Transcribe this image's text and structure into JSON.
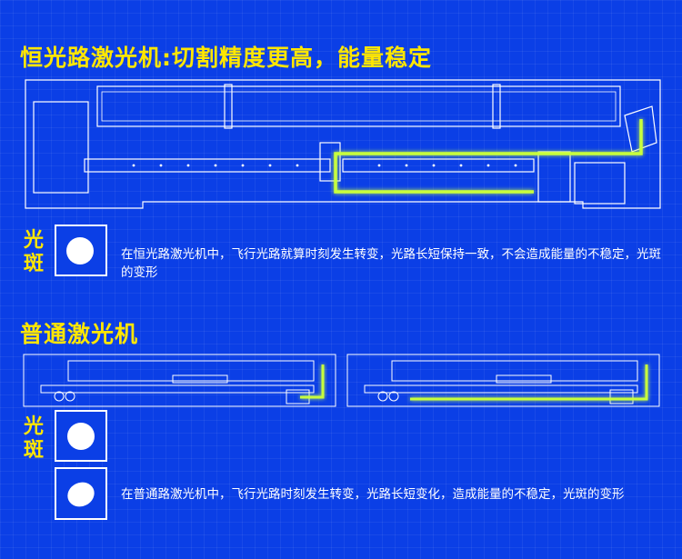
{
  "sections": {
    "constant": {
      "title": "恒光路激光机:切割精度更高，能量稳定",
      "spot_label": "光斑",
      "description": "在恒光路激光机中，飞行光路就算时刻发生转变，光路长短保持一致，不会造成能量的不稳定，光斑的变形"
    },
    "normal": {
      "title": "普通激光机",
      "spot_label": "光斑",
      "description": "在普通路激光机中，飞行光路时刻发生转变，光路长短变化，造成能量的不稳定，光斑的变形"
    }
  },
  "colors": {
    "background": "#0b3fe6",
    "heading": "#ffe600",
    "laser_path": "#c8ff3c",
    "line_art": "#ffffff"
  }
}
